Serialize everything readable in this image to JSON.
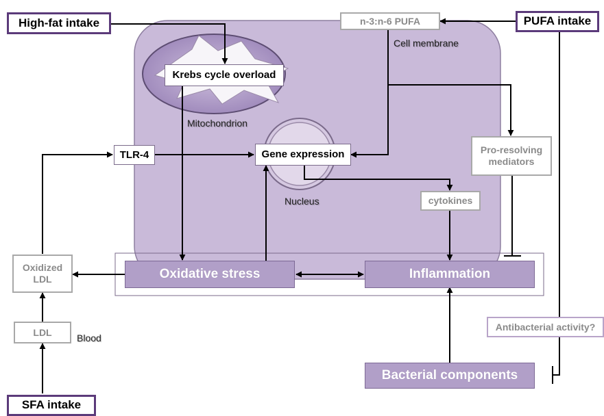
{
  "diagram": {
    "nodes": {
      "high_fat_intake": "High-fat intake",
      "pufa_intake": "PUFA intake",
      "sfa_intake": "SFA intake",
      "n3_n6_pufa": "n-3:n-6 PUFA",
      "krebs_cycle": "Krebs cycle overload",
      "tlr4": "TLR-4",
      "gene_expression": "Gene expression",
      "pro_resolving_line1": "Pro-resolving",
      "pro_resolving_line2": "mediators",
      "cytokines": "cytokines",
      "oxidized_ldl_line1": "Oxidized",
      "oxidized_ldl_line2": "LDL",
      "ldl": "LDL",
      "oxidative_stress": "Oxidative stress",
      "inflammation": "Inflammation",
      "bacterial_components": "Bacterial components",
      "antibacterial_activity": "Antibacterial activity?"
    },
    "labels": {
      "cell_membrane": "Cell membrane",
      "mitochondrion": "Mitochondrion",
      "nucleus": "Nucleus",
      "blood": "Blood"
    },
    "colors": {
      "cell_fill": "#c8b8d8",
      "process_box": "#b19fc8",
      "input_border": "#5b3a7a",
      "arrow": "#000000"
    }
  }
}
